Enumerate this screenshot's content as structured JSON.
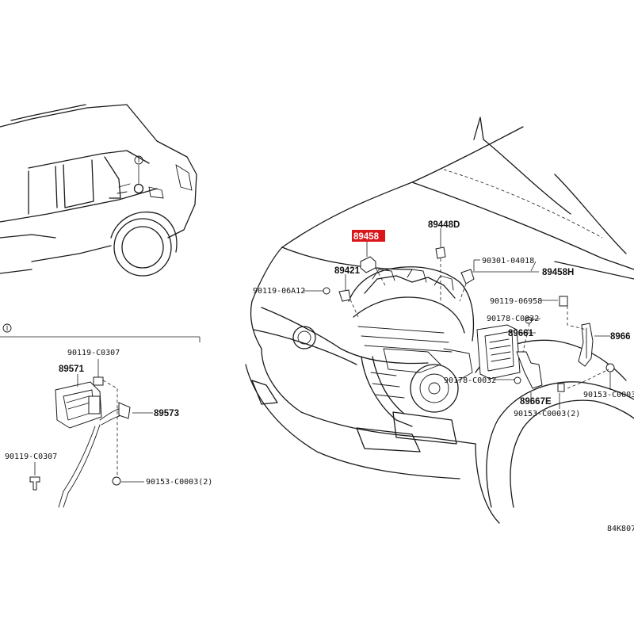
{
  "callout_marker": "I",
  "highlight_color": "#d9161a",
  "main_labels": {
    "p89458": "89458",
    "p89448d": "89448D",
    "p90301": "90301-04018",
    "p89458h": "89458H",
    "p89421": "89421",
    "p90119_06a12": "90119-06A12",
    "p90119_06958": "90119-06958",
    "p90178_c0032_a": "90178-C0032",
    "p89661": "89661",
    "p8966x": "8966",
    "p90178_c0032_b": "90178-C0032",
    "p89667e": "89667E",
    "p90153_a": "90153-C0003(",
    "p90153_b": "90153-C0003(2)"
  },
  "detail_labels": {
    "p90119_c0307_a": "90119-C0307",
    "p89571": "89571",
    "p89573": "89573",
    "p90119_c0307_b": "90119-C0307",
    "p90153_c": "90153-C0003(2)"
  },
  "diagram_code": "84K807"
}
